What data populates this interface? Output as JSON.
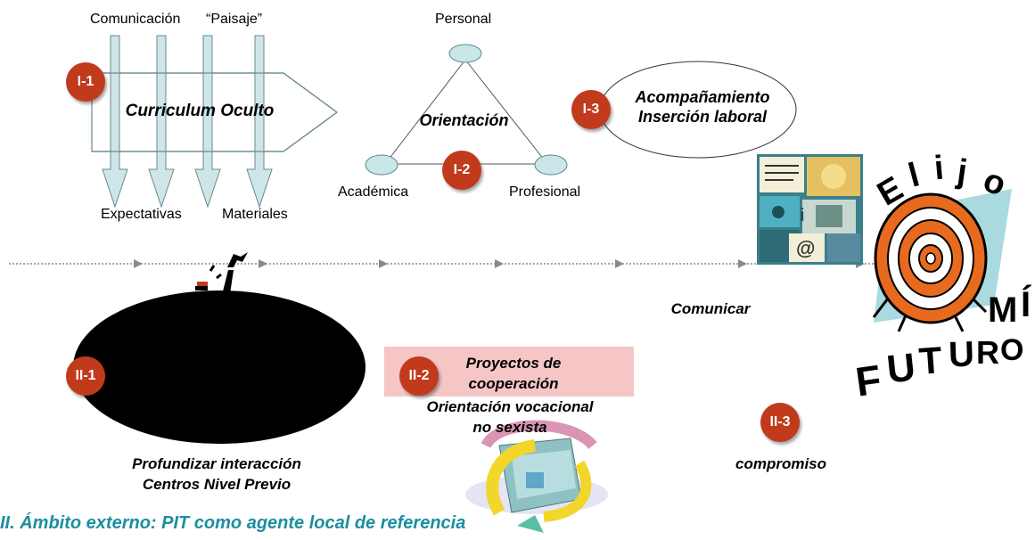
{
  "top": {
    "comunicacion": "Comunicación",
    "paisaje": "“Paisaje”",
    "expectativas": "Expectativas",
    "materiales": "Materiales",
    "curriculum": "Curriculum Oculto",
    "personal": "Personal",
    "academica": "Académica",
    "profesional": "Profesional",
    "orientacion": "Orientación",
    "acompanamiento_1": "Acompañamiento",
    "acompanamiento_2": "Inserción laboral"
  },
  "badges": {
    "i1": "I-1",
    "i2": "I-2",
    "i3": "I-3",
    "ii1": "II-1",
    "ii2": "II-2",
    "ii3": "II-3"
  },
  "bottom": {
    "comunicar": "Comunicar",
    "proyectos_1": "Proyectos de",
    "proyectos_2": "cooperación",
    "orientacion_voc_1": "Orientación vocacional",
    "orientacion_voc_2": "no sexista",
    "profundizar_1": "Profundizar interacción",
    "profundizar_2": "Centros Nivel Previo",
    "compromiso": "compromiso"
  },
  "logo": {
    "elijo": [
      "E",
      "l",
      "i",
      "j",
      "o"
    ],
    "mi": [
      "M",
      "Í"
    ],
    "futuro": [
      "F",
      "U",
      "T",
      "U",
      "R",
      "O"
    ]
  },
  "footer": "II. Ámbito externo: PIT como agente local de referencia",
  "colors": {
    "badge": "#c23a1c",
    "arrow_fill": "#cfe6e8",
    "node_fill": "#c9e6e8",
    "pink_box": "#f6c6c6",
    "footer_text": "#1a8fa0",
    "target_orange": "#e86a1f",
    "target_bg": "#a9dadf"
  }
}
